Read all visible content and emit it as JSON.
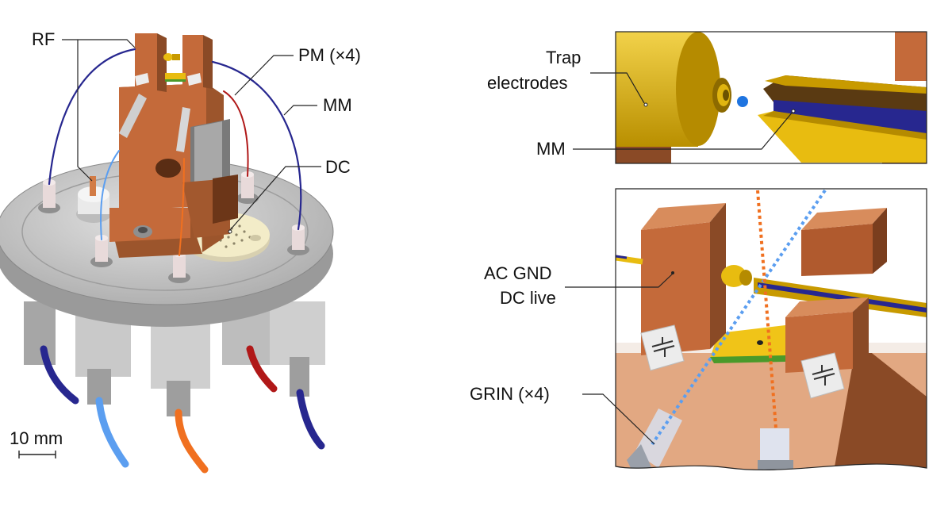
{
  "labels": {
    "rf": "RF",
    "pm": "PM (×4)",
    "mm_left": "MM",
    "dc": "DC",
    "scale": "10 mm",
    "trap_line1": "Trap",
    "trap_line2": "electrodes",
    "mm_inset": "MM",
    "acgnd_line1": "AC GND",
    "acgnd_line2": "DC live",
    "grin": "GRIN (×4)"
  },
  "colors": {
    "copper": "#c46a3a",
    "copper_dark": "#8a4a26",
    "gold": "#e8bc10",
    "blue_fiber": "#27278f",
    "light_blue": "#5b9ef0",
    "orange": "#f07020",
    "red": "#b01818",
    "steel": "#b9b9b9"
  }
}
